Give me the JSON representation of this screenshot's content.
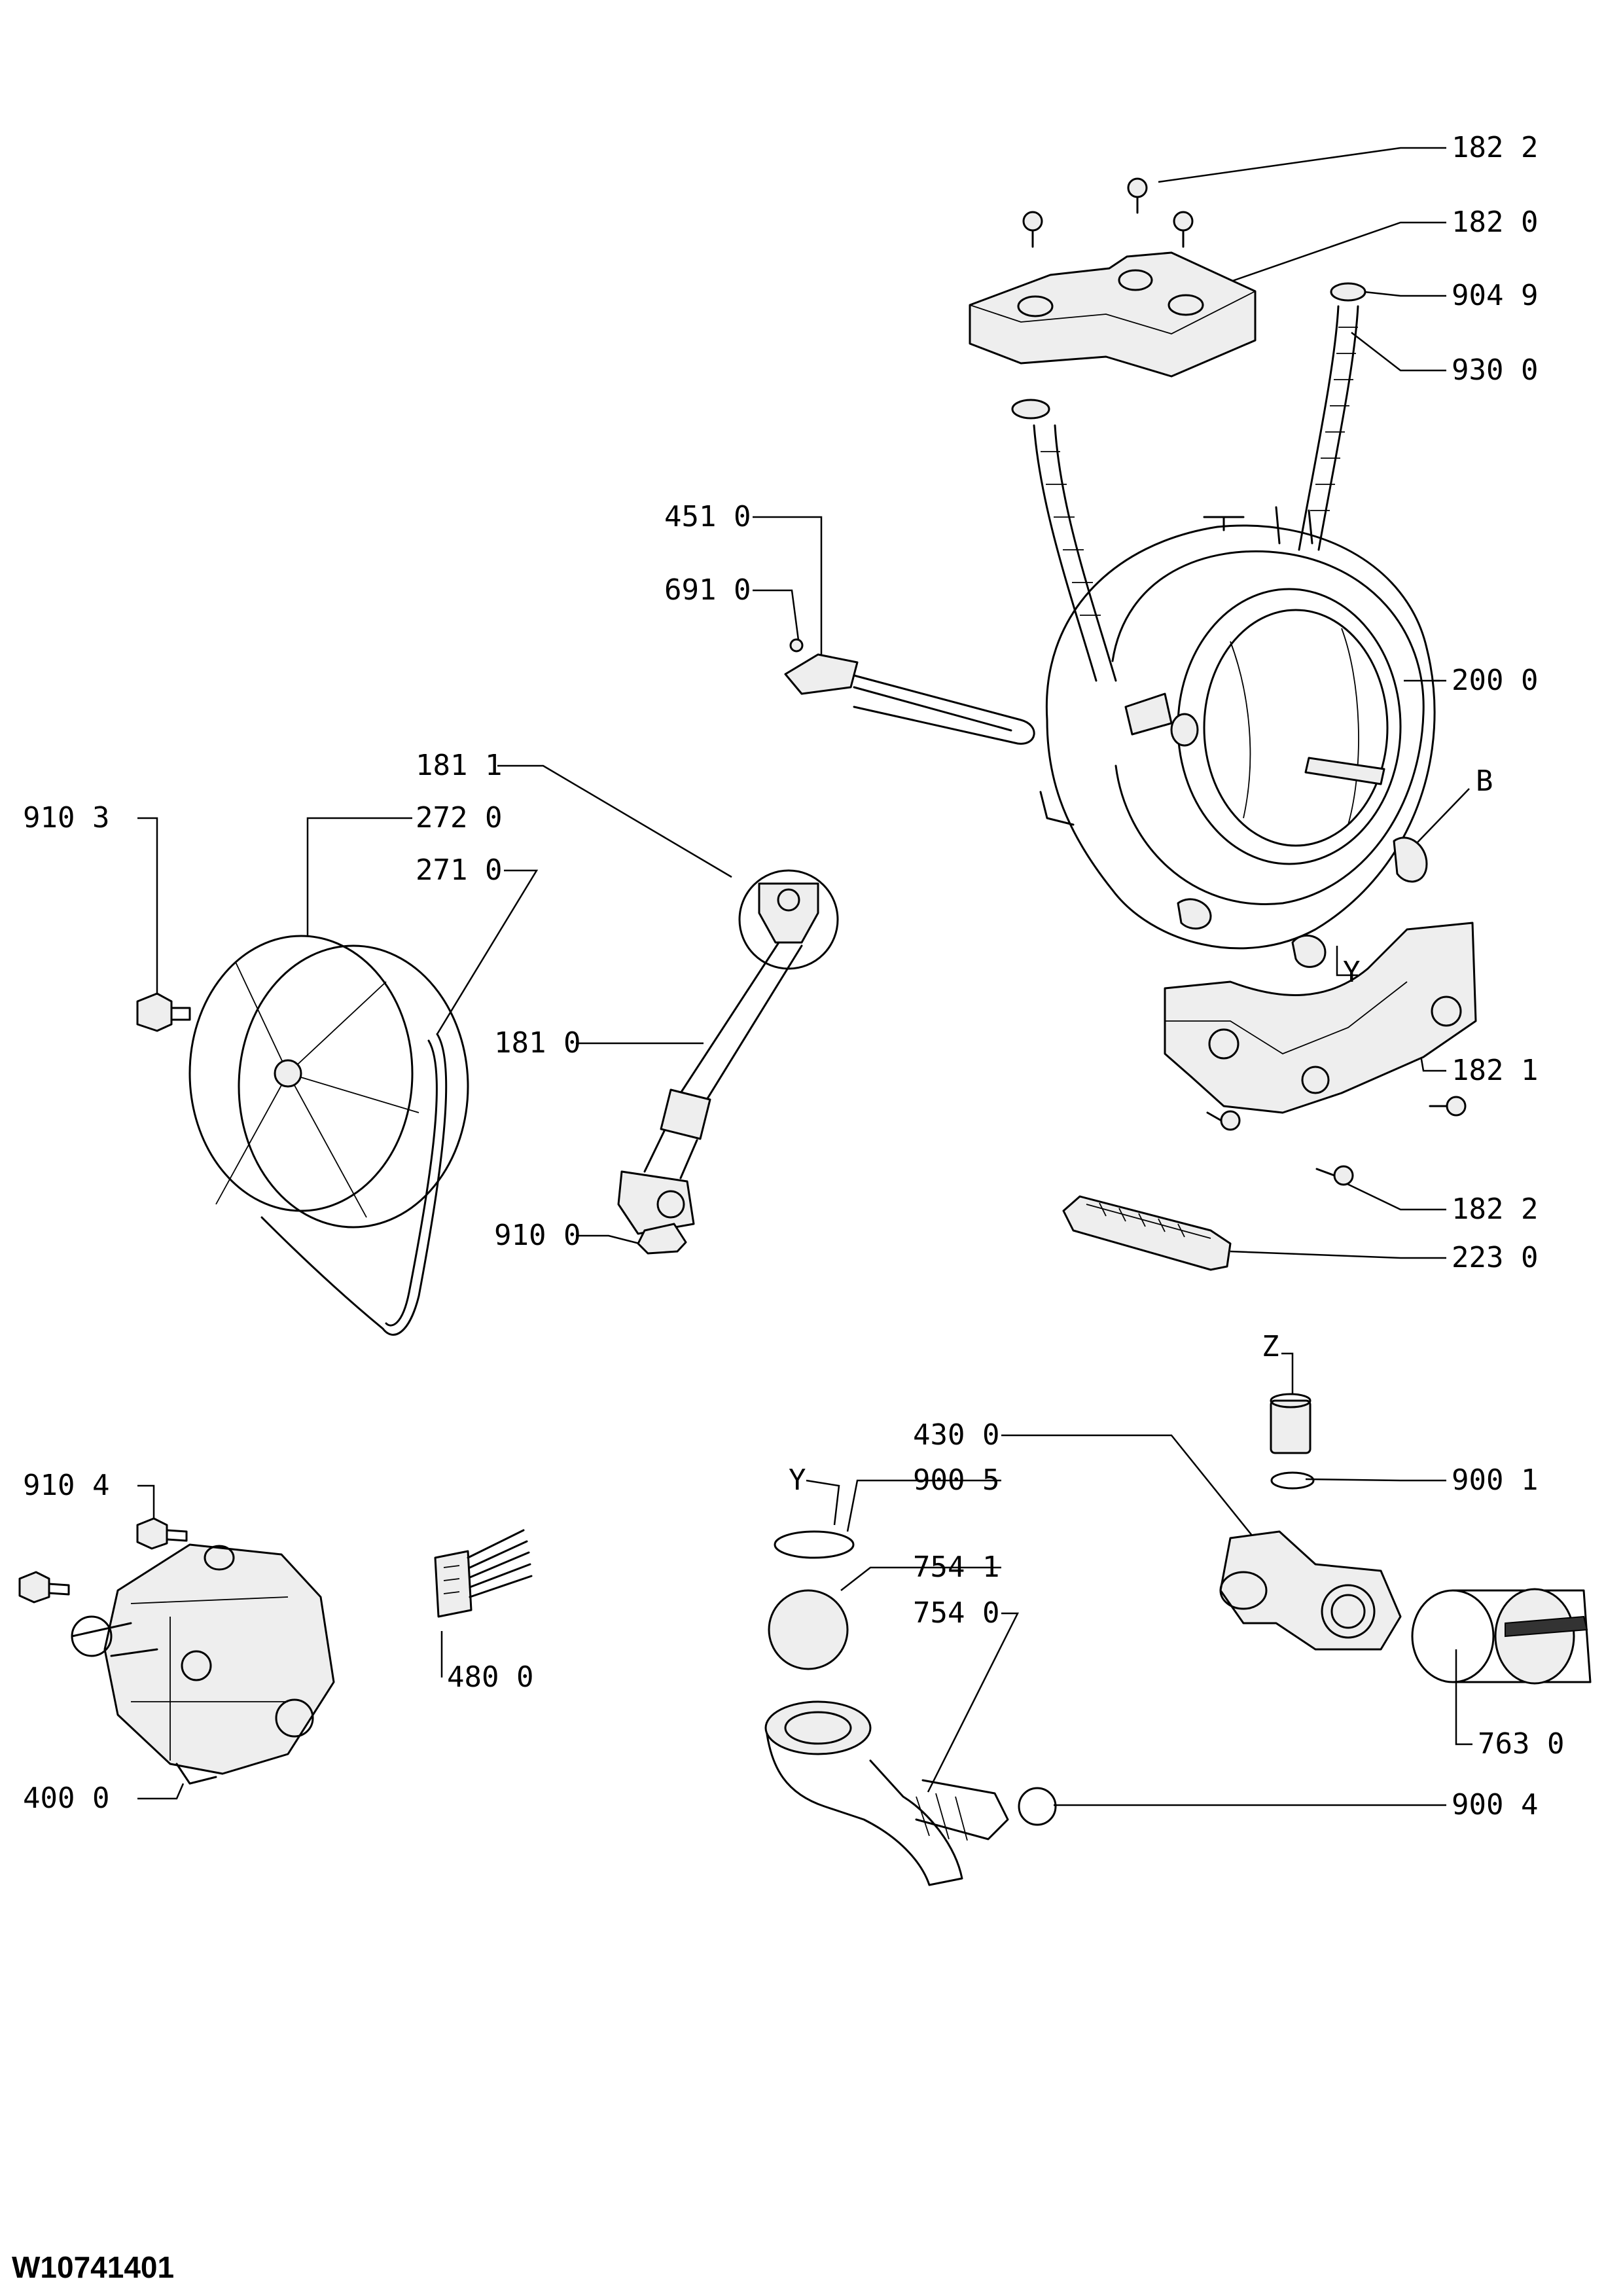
{
  "document_id": "W10741401",
  "callouts": {
    "c_182_2_top": "182 2",
    "c_182_0": "182 0",
    "c_904_9": "904 9",
    "c_930_0": "930 0",
    "c_451_0": "451 0",
    "c_691_0": "691 0",
    "c_200_0": "200 0",
    "c_B": "B",
    "c_Y_tub": "Y",
    "c_182_1": "182 1",
    "c_182_2_bottom": "182 2",
    "c_223_0": "223 0",
    "c_181_1": "181 1",
    "c_910_3": "910 3",
    "c_272_0": "272 0",
    "c_271_0": "271 0",
    "c_181_0": "181 0",
    "c_910_0": "910 0",
    "c_Z": "Z",
    "c_430_0": "430 0",
    "c_900_1": "900 1",
    "c_Y_filter": "Y",
    "c_900_5": "900 5",
    "c_754_1": "754 1",
    "c_754_0": "754 0",
    "c_763_0": "763 0",
    "c_900_4": "900 4",
    "c_910_4": "910 4",
    "c_480_0": "480 0",
    "c_400_0": "400 0"
  }
}
